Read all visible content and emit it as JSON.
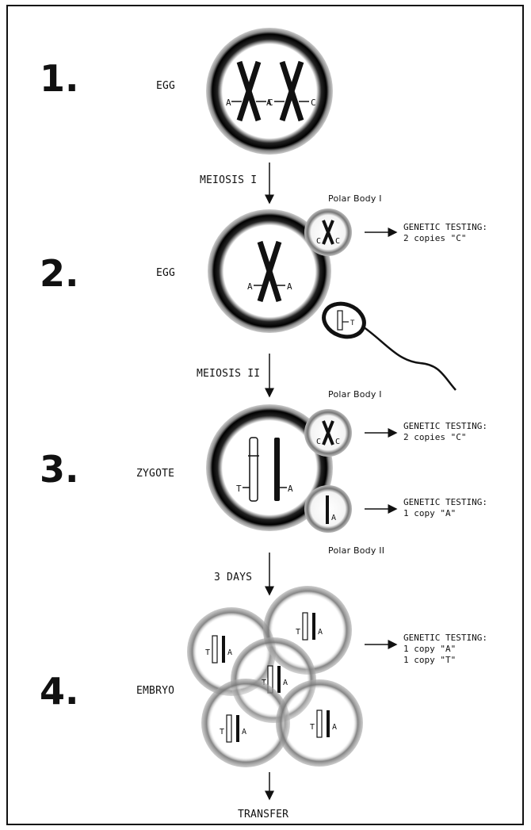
{
  "steps": [
    {
      "number": "1.",
      "label": "EGG"
    },
    {
      "number": "2.",
      "label": "EGG"
    },
    {
      "number": "3.",
      "label": "ZYGOTE"
    },
    {
      "number": "4.",
      "label": "EMBRYO"
    }
  ],
  "transitions": [
    "MEIOSIS I",
    "MEIOSIS II",
    "3 DAYS",
    "TRANSFER"
  ],
  "polar_bodies": {
    "pb1_step2": "Polar Body I",
    "pb1_step3": "Polar Body I",
    "pb2_step3": "Polar Body II"
  },
  "genetic_tests": [
    {
      "title": "GENETIC TESTING:",
      "lines": [
        "2 copies \"C\""
      ]
    },
    {
      "title": "GENETIC TESTING:",
      "lines": [
        "2 copies \"C\""
      ]
    },
    {
      "title": "GENETIC TESTING:",
      "lines": [
        "1 copy \"A\""
      ]
    },
    {
      "title": "GENETIC TESTING:",
      "lines": [
        "1 copy \"A\"",
        "1 copy \"T\""
      ]
    }
  ],
  "alleles": {
    "a": "A",
    "c": "C",
    "t": "T"
  }
}
